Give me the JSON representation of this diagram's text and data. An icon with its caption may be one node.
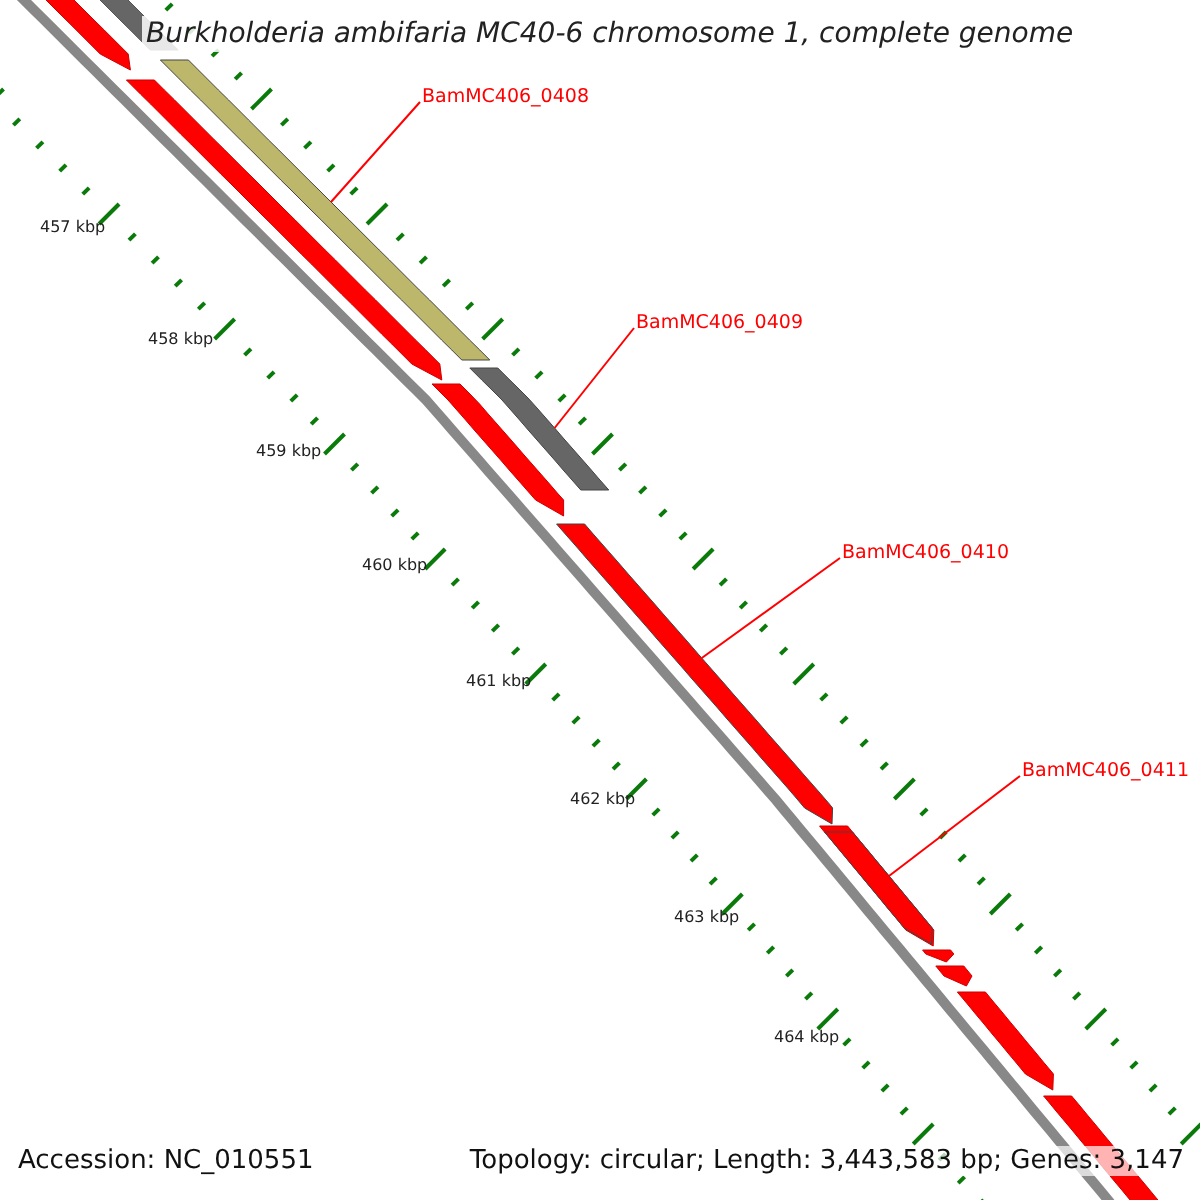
{
  "diagram": {
    "title": "Burkholderia ambifaria MC40-6 chromosome 1, complete genome",
    "nodes": [
      {
        "text": [
          "BamMC406_0408"
        ]
      },
      {
        "text": [],
        "shape": "bar"
      },
      {
        "text": [
          "BamMC406_0409"
        ]
      },
      {
        "text": [],
        "shape": "bar"
      },
      {
        "text": [
          "BamMC406_0410"
        ]
      },
      {
        "text": [],
        "shape": "bar"
      },
      {
        "text": [
          "BamMC406_0411"
        ]
      },
      {
        "text": [],
        "shape": "bar"
      }
    ],
    "edges": [
      {
        "from": 0,
        "to": 1,
        "arrow": "none"
      },
      {
        "from": 2,
        "to": 3,
        "arrow": "none"
      },
      {
        "from": 4,
        "to": 5,
        "arrow": "none"
      },
      {
        "from": 6,
        "to": 7,
        "arrow": "none"
      }
    ],
    "labels": [
      "457 kbp",
      "458 kbp",
      "459 kbp",
      "460 kbp",
      "461 kbp",
      "462 kbp",
      "463 kbp",
      "464 kbp",
      "Accession: NC_010551",
      "Topology: circular; Length: 3,443,583 bp; Genes: 3,147"
    ]
  }
}
